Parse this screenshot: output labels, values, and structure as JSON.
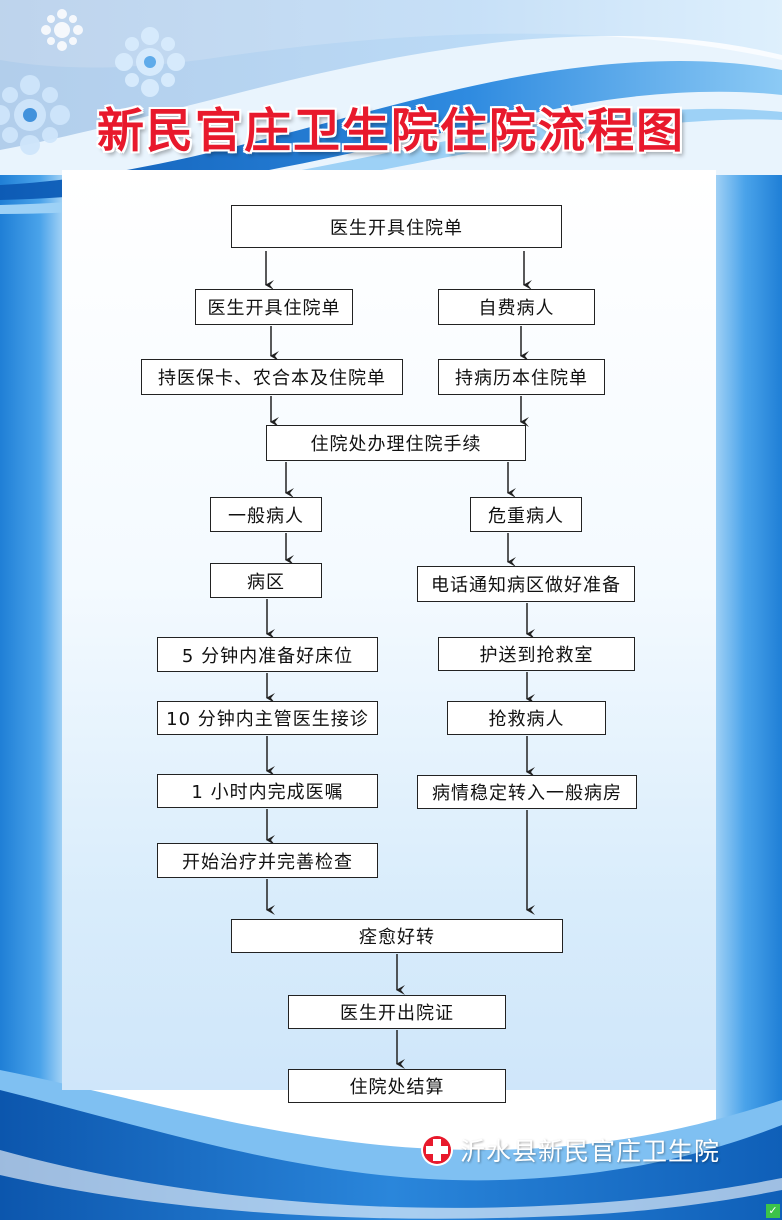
{
  "title": "新民官庄卫生院住院流程图",
  "footer": {
    "hospital_name": "沂水县新民官庄卫生院",
    "logo_icon": "red-cross-logo-icon"
  },
  "colors": {
    "title": "#e8192c",
    "wave_dark": "#1565c0",
    "wave_light": "#4fa8ec",
    "logo": "#e8192c"
  },
  "flow": {
    "top": "医生开具住院单",
    "left_a1": "医生开具住院单",
    "left_a2": "持医保卡、农合本及住院单",
    "right_a1": "自费病人",
    "right_a2": "持病历本住院单",
    "merge1": "住院处办理住院手续",
    "left_b": [
      "一般病人",
      "病区",
      "5 分钟内准备好床位",
      "10 分钟内主管医生接诊",
      "1 小时内完成医嘱",
      "开始治疗并完善检查"
    ],
    "right_b": [
      "危重病人",
      "电话通知病区做好准备",
      "护送到抢救室",
      "抢救病人",
      "病情稳定转入一般病房"
    ],
    "merge2": "痊愈好转",
    "end1": "医生开出院证",
    "end2": "住院处结算"
  }
}
